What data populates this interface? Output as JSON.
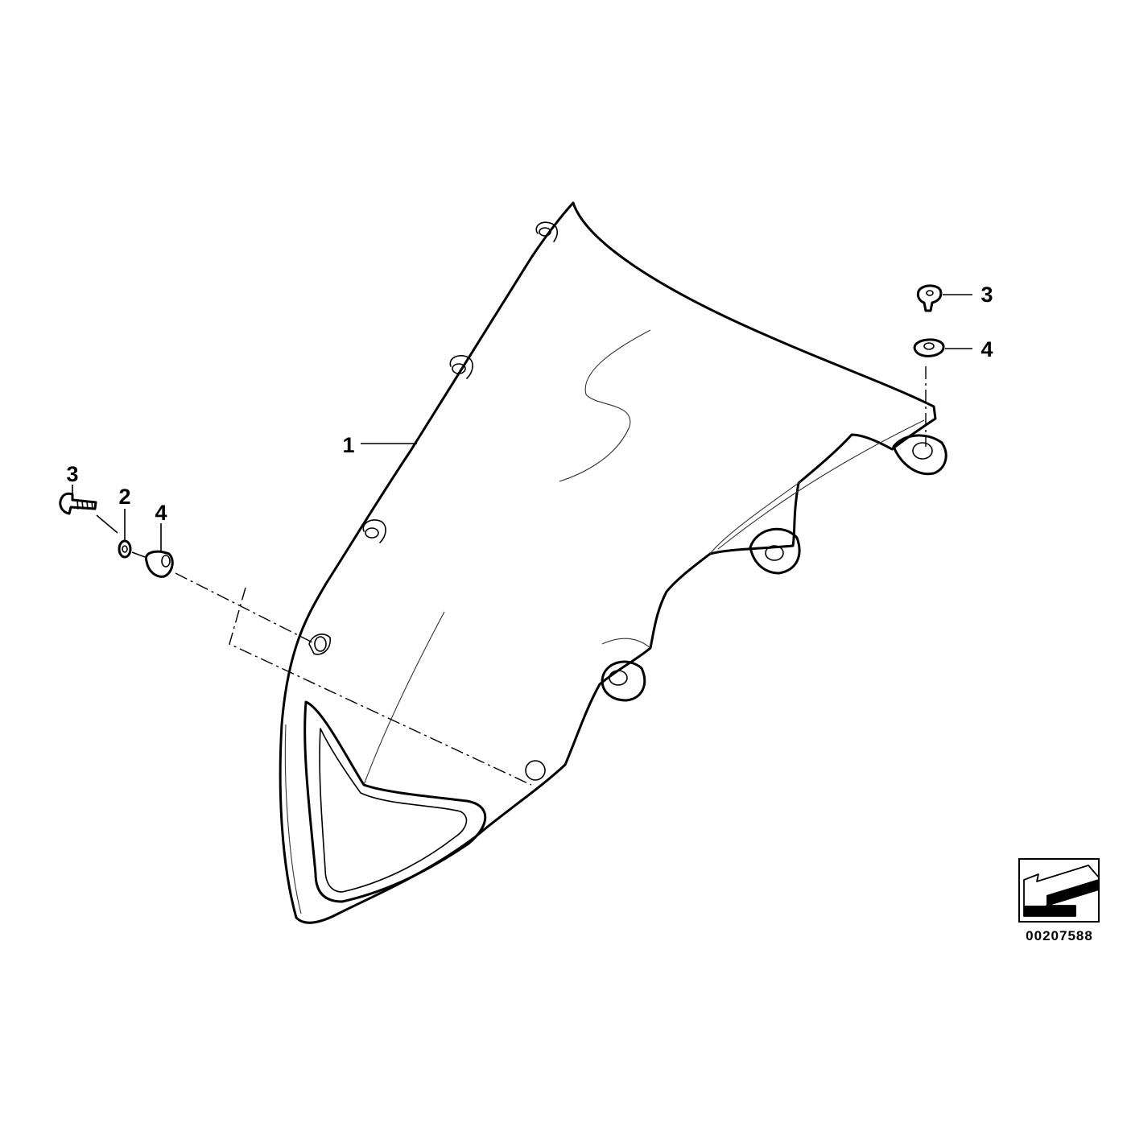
{
  "callouts": [
    {
      "id": "c1",
      "text": "1"
    },
    {
      "id": "c2",
      "text": "2"
    },
    {
      "id": "c3-left",
      "text": "3"
    },
    {
      "id": "c4-left",
      "text": "4"
    },
    {
      "id": "c3-right",
      "text": "3"
    },
    {
      "id": "c4-right",
      "text": "4"
    }
  ],
  "document_number": "00207588",
  "colors": {
    "line": "#000000",
    "background": "#ffffff"
  },
  "icons": {
    "corner": "direction-arrow-icon"
  }
}
